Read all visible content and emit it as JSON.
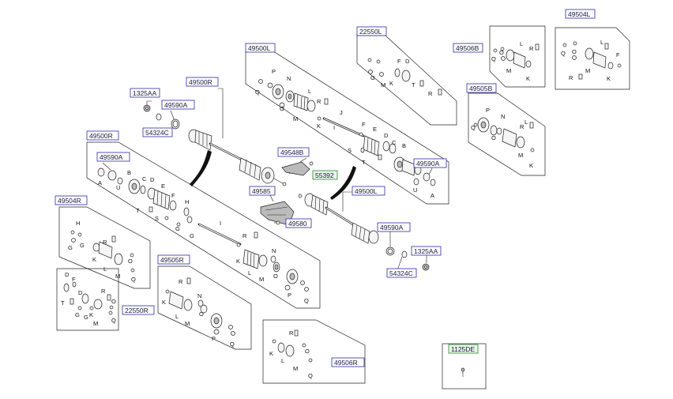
{
  "diagram": {
    "part_codes": {
      "c49504L": "49504L",
      "c22550L": "22550L",
      "c49506B": "49506B",
      "c49500L_top": "49500L",
      "c49505B": "49505B",
      "c1325AA_top": "1325AA",
      "c49500R_top": "49500R",
      "c49590A_top": "49590A",
      "c54324C_top": "54324C",
      "c49548B": "49548B",
      "c55392": "55392",
      "c49590A_right": "49590A",
      "c49500R_left": "49500R",
      "c49590A_left": "49590A",
      "c49585": "49585",
      "c49500L_mid": "49500L",
      "c49504R": "49504R",
      "c49580": "49580",
      "c49590A_mid": "49590A",
      "c1325AA_mid": "1325AA",
      "c54324C_mid": "54324C",
      "c49505R": "49505R",
      "c22550R": "22550R",
      "c49506R": "49506R",
      "c1125DE": "1125DE"
    },
    "letters": {
      "A": "A",
      "B": "B",
      "C": "C",
      "D": "D",
      "E": "E",
      "F": "F",
      "G": "G",
      "H": "H",
      "I": "I",
      "J": "J",
      "K": "K",
      "L": "L",
      "M": "M",
      "N": "N",
      "O": "O",
      "P": "P",
      "Q": "Q",
      "R": "R",
      "S": "S",
      "T": "T",
      "U": "U"
    }
  }
}
